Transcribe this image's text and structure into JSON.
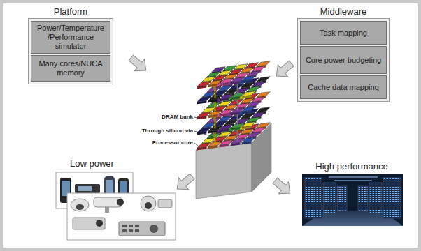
{
  "diagram": {
    "nodes": [
      {
        "text": [
          "Platform"
        ]
      },
      {
        "text": [
          "Power/Temperature /Performance simulator"
        ],
        "in": 0
      },
      {
        "text": [
          "Many cores/NUCA memory"
        ],
        "in": 0
      },
      {
        "text": [
          "Middleware"
        ]
      },
      {
        "text": [
          "Task mapping"
        ],
        "in": 3
      },
      {
        "text": [
          "Core power budgeting"
        ],
        "in": 3
      },
      {
        "text": [
          "Cache data mapping"
        ],
        "in": 3
      },
      {
        "text": [
          "Low power"
        ]
      },
      {
        "text": [
          "High performance"
        ]
      }
    ],
    "labels": [
      "DRAM bank",
      "Through silicon via",
      "Processor core"
    ]
  }
}
